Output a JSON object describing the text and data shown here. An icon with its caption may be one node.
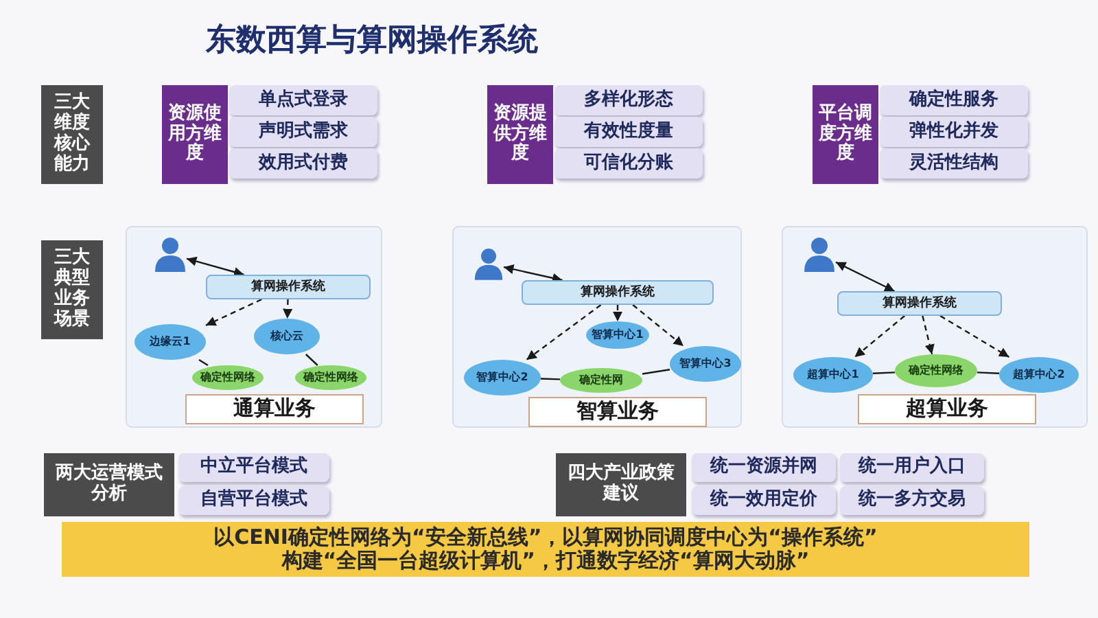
{
  "diagram": {
    "title": "东数西算与算网操作系统",
    "nodes": [
      {
        "text": [
          "三大维度核心能力"
        ]
      },
      {
        "text": [
          "资源使用方维度"
        ]
      },
      {
        "text": [
          "单点式登录"
        ]
      },
      {
        "text": [
          "声明式需求"
        ]
      },
      {
        "text": [
          "效用式付费"
        ]
      },
      {
        "text": [
          "资源提供方维度"
        ]
      },
      {
        "text": [
          "多样化形态"
        ]
      },
      {
        "text": [
          "有效性度量"
        ]
      },
      {
        "text": [
          "可信化分账"
        ]
      },
      {
        "text": [
          "平台调度方维度"
        ]
      },
      {
        "text": [
          "确定性服务"
        ]
      },
      {
        "text": [
          "弹性化并发"
        ]
      },
      {
        "text": [
          "灵活性结构"
        ]
      },
      {
        "text": [
          "三大典型业务场景"
        ]
      },
      {
        "text": [
          "算网操作系统"
        ]
      },
      {
        "text": [],
        "shape": "person"
      },
      {
        "text": [
          "边缘云1"
        ]
      },
      {
        "text": [
          "核心云"
        ]
      },
      {
        "text": [
          "确定性网络"
        ]
      },
      {
        "text": [
          "确定性网络"
        ]
      },
      {
        "text": [
          "通算业务"
        ]
      },
      {
        "text": [],
        "shape": "person"
      },
      {
        "text": [
          "算网操作系统"
        ]
      },
      {
        "text": [
          "智算中心1"
        ]
      },
      {
        "text": [
          "智算中心2"
        ]
      },
      {
        "text": [
          "智算中心3"
        ]
      },
      {
        "text": [
          "确定性网"
        ]
      },
      {
        "text": [
          "智算业务"
        ]
      },
      {
        "text": [],
        "shape": "person"
      },
      {
        "text": [
          "算网操作系统"
        ]
      },
      {
        "text": [
          "超算中心1"
        ]
      },
      {
        "text": [
          "确定性网络"
        ]
      },
      {
        "text": [
          "超算中心2"
        ]
      },
      {
        "text": [
          "超算业务"
        ]
      },
      {
        "text": [
          "两大运营模式分析"
        ]
      },
      {
        "text": [
          "中立平台模式"
        ]
      },
      {
        "text": [
          "自营平台模式"
        ]
      },
      {
        "text": [
          "四大产业政策建议"
        ]
      },
      {
        "text": [
          "统一资源并网"
        ]
      },
      {
        "text": [
          "统一用户入口"
        ]
      },
      {
        "text": [
          "统一效用定价"
        ]
      },
      {
        "text": [
          "统一多方交易"
        ]
      },
      {
        "text": [
          "以CENI确定性网络为“安全新总线”，以算网协同调度中心为“操作系统”",
          "构建“全国一台超级计算机”，打通数字经济“算网大动脉”"
        ]
      }
    ],
    "edges": [
      {
        "from": 15,
        "to": 14,
        "arrow": "both"
      },
      {
        "from": 14,
        "to": 16,
        "arrow": "to",
        "style": "dashed"
      },
      {
        "from": 14,
        "to": 17,
        "arrow": "to",
        "style": "dashed"
      },
      {
        "from": 16,
        "to": 18,
        "arrow": "none"
      },
      {
        "from": 17,
        "to": 19,
        "arrow": "none"
      },
      {
        "from": 21,
        "to": 22,
        "arrow": "both"
      },
      {
        "from": 22,
        "to": 23,
        "arrow": "to",
        "style": "dashed"
      },
      {
        "from": 22,
        "to": 24,
        "arrow": "to",
        "style": "dashed"
      },
      {
        "from": 22,
        "to": 25,
        "arrow": "to",
        "style": "dashed"
      },
      {
        "from": 24,
        "to": 26,
        "arrow": "none"
      },
      {
        "from": 25,
        "to": 26,
        "arrow": "none"
      },
      {
        "from": 28,
        "to": 29,
        "arrow": "both"
      },
      {
        "from": 29,
        "to": 30,
        "arrow": "to",
        "style": "dashed"
      },
      {
        "from": 29,
        "to": 31,
        "arrow": "to",
        "style": "dashed"
      },
      {
        "from": 29,
        "to": 32,
        "arrow": "to",
        "style": "dashed"
      },
      {
        "from": 30,
        "to": 31,
        "arrow": "none"
      },
      {
        "from": 31,
        "to": 32,
        "arrow": "none"
      }
    ]
  }
}
